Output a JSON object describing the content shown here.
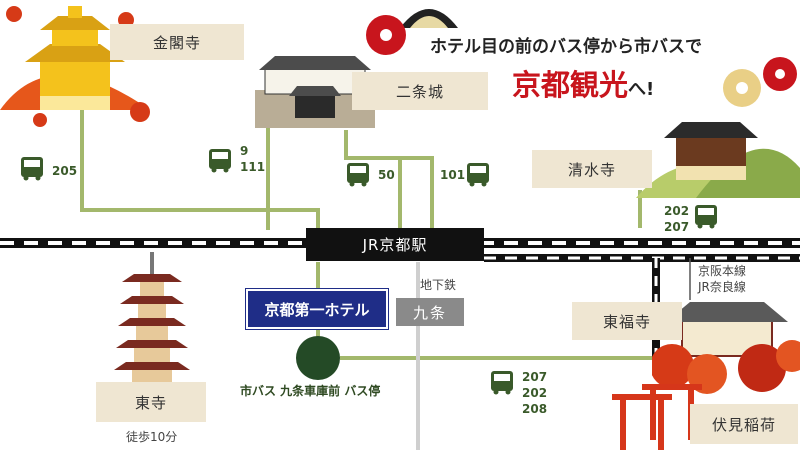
{
  "header": {
    "line1": "ホテル目の前のバス停から市バスで",
    "line2_main": "京都観光",
    "line2_suffix": "へ!"
  },
  "places": {
    "kinkakuji": "金閣寺",
    "nijojo": "二条城",
    "kiyomizu": "清水寺",
    "tofukuji": "東福寺",
    "toji": "東寺",
    "fushimi": "伏見稲荷"
  },
  "station": "JR京都駅",
  "hotel": "京都第一ホテル",
  "subway": {
    "label": "地下鉄",
    "name": "九条"
  },
  "bus_stop": "市バス 九条車庫前 バス停",
  "walk": "徒歩10分",
  "rail_lines": [
    "京阪本線",
    "JR奈良線"
  ],
  "bus_routes": {
    "kinkakuji": [
      "205"
    ],
    "nijo_a": [
      "9",
      "111"
    ],
    "nijo_b": [
      "50"
    ],
    "kiyomizu_a": [
      "101"
    ],
    "kiyomizu_b": [
      "202",
      "207"
    ],
    "south": [
      "207",
      "202",
      "208"
    ]
  },
  "colors": {
    "route_line": "#a3b86c",
    "accent_red": "#c8151d",
    "station_bg": "#111111",
    "hotel_bg": "#1f2d87",
    "label_bg": "#efe6d2"
  }
}
